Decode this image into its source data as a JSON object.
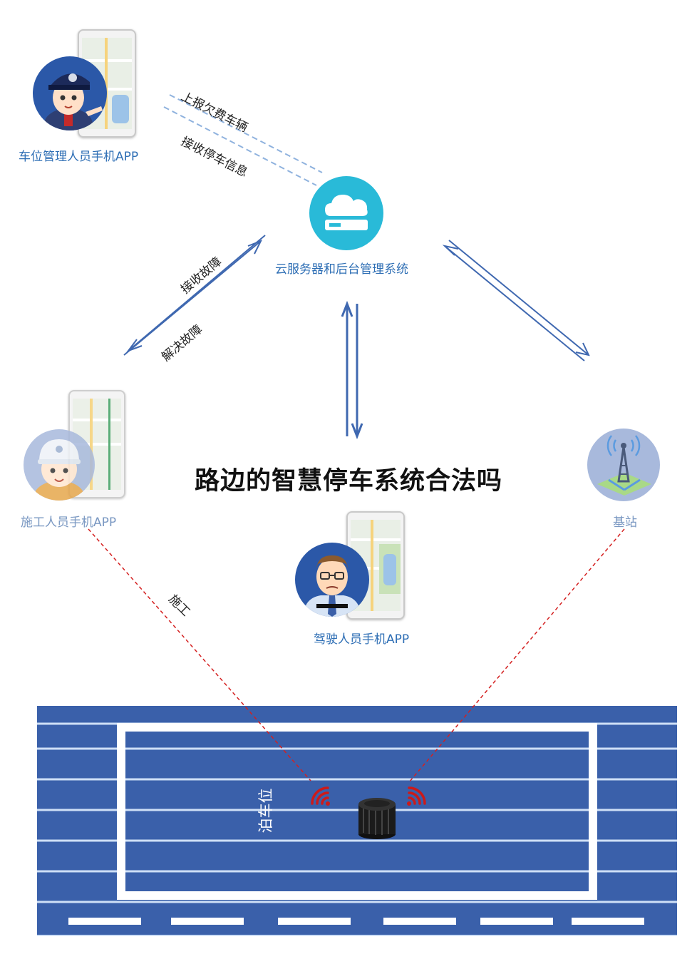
{
  "headline": "路边的智慧停车系统合法吗",
  "nodes": {
    "parking_manager_app": "车位管理人员手机APP",
    "cloud_server": "云服务器和后台管理系统",
    "construction_app": "施工人员手机APP",
    "base_station": "基站",
    "driver_app": "驾驶人员手机APP"
  },
  "edges": {
    "report_arrears": "上报欠费车辆",
    "receive_parking_info": "接收停车信息",
    "receive_fault": "接收故障",
    "resolve_fault": "解决故障",
    "construction": "施工"
  },
  "parking_space_label": "泊车位",
  "colors": {
    "road_blue": "#3a60aa",
    "arrow_blue": "#3f68b0",
    "label_blue": "#2f6fb5",
    "cloud_cyan": "#29bad8",
    "signal_red": "#cc1a1a"
  }
}
